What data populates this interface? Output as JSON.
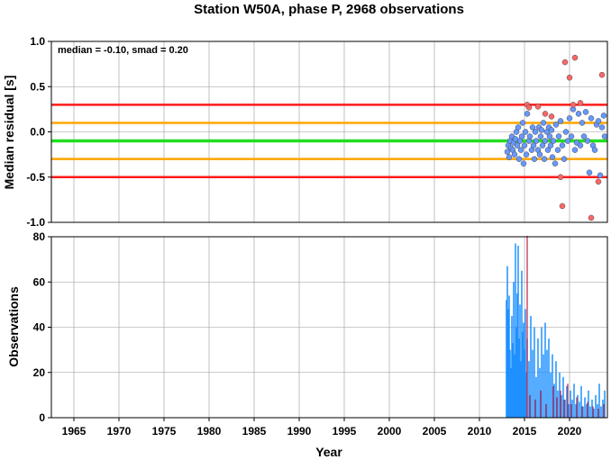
{
  "title": "Station W50A, phase P, 2968 observations",
  "xlabel": "Year",
  "annotation": "median = -0.10, smad = 0.20",
  "colors": {
    "red_line": "#ff1a1a",
    "orange_line": "#ffa500",
    "green_line": "#22dd22",
    "blue_points": "#6699ff",
    "red_points": "#ff6666",
    "blue_bars": "#1e90ff",
    "red_bars": "#bb2244",
    "grid": "#999999"
  },
  "chart_data": [
    {
      "type": "scatter",
      "ylabel": "Median residual [s]",
      "xlim": [
        1962.5,
        2024.2
      ],
      "ylim": [
        -1.0,
        1.0
      ],
      "xticks": [
        1965,
        1970,
        1975,
        1980,
        1985,
        1990,
        1995,
        2000,
        2005,
        2010,
        2015,
        2020
      ],
      "yticks": [
        -1.0,
        -0.5,
        0.0,
        0.5,
        1.0
      ],
      "ytick_labels": [
        "-1.0",
        "-0.5",
        "0.0",
        "0.5",
        "1.0"
      ],
      "hlines": [
        {
          "y": 0.3,
          "color": "red"
        },
        {
          "y": -0.5,
          "color": "red"
        },
        {
          "y": 0.1,
          "color": "orange"
        },
        {
          "y": -0.3,
          "color": "orange"
        },
        {
          "y": -0.1,
          "color": "green"
        }
      ],
      "series": [
        {
          "color": "blue",
          "points": [
            [
              2013.1,
              -0.22
            ],
            [
              2013.2,
              -0.15
            ],
            [
              2013.3,
              -0.28
            ],
            [
              2013.4,
              -0.1
            ],
            [
              2013.5,
              -0.18
            ],
            [
              2013.6,
              -0.05
            ],
            [
              2013.7,
              -0.2
            ],
            [
              2013.8,
              -0.12
            ],
            [
              2013.9,
              -0.25
            ],
            [
              2014.0,
              -0.08
            ],
            [
              2014.1,
              0.0
            ],
            [
              2014.2,
              -0.15
            ],
            [
              2014.3,
              0.05
            ],
            [
              2014.4,
              -0.3
            ],
            [
              2014.5,
              -0.1
            ],
            [
              2014.6,
              -0.2
            ],
            [
              2014.7,
              -0.05
            ],
            [
              2014.8,
              0.1
            ],
            [
              2014.9,
              -0.35
            ],
            [
              2015.0,
              -0.15
            ],
            [
              2015.1,
              0.0
            ],
            [
              2015.2,
              -0.25
            ],
            [
              2015.3,
              0.2
            ],
            [
              2015.5,
              -0.1
            ],
            [
              2015.6,
              -0.05
            ],
            [
              2015.8,
              -0.2
            ],
            [
              2015.9,
              0.05
            ],
            [
              2016.0,
              -0.15
            ],
            [
              2016.1,
              -0.3
            ],
            [
              2016.2,
              0.0
            ],
            [
              2016.3,
              -0.1
            ],
            [
              2016.5,
              -0.2
            ],
            [
              2016.6,
              0.05
            ],
            [
              2016.7,
              -0.25
            ],
            [
              2016.8,
              -0.05
            ],
            [
              2016.9,
              0.02
            ],
            [
              2017.0,
              -0.15
            ],
            [
              2017.1,
              0.1
            ],
            [
              2017.2,
              -0.3
            ],
            [
              2017.3,
              -0.1
            ],
            [
              2017.5,
              0.0
            ],
            [
              2017.6,
              -0.2
            ],
            [
              2017.7,
              0.05
            ],
            [
              2017.8,
              -0.05
            ],
            [
              2017.9,
              -0.15
            ],
            [
              2018.0,
              0.02
            ],
            [
              2018.1,
              -0.28
            ],
            [
              2018.2,
              -0.1
            ],
            [
              2018.4,
              -0.35
            ],
            [
              2018.5,
              0.08
            ],
            [
              2018.7,
              -0.2
            ],
            [
              2018.8,
              -0.05
            ],
            [
              2019.0,
              0.12
            ],
            [
              2019.2,
              -0.15
            ],
            [
              2019.4,
              -0.3
            ],
            [
              2019.6,
              0.0
            ],
            [
              2019.8,
              -0.1
            ],
            [
              2020.0,
              0.15
            ],
            [
              2020.2,
              -0.05
            ],
            [
              2020.4,
              0.25
            ],
            [
              2020.6,
              -0.2
            ],
            [
              2020.8,
              -0.12
            ],
            [
              2021.0,
              0.2
            ],
            [
              2021.2,
              -0.15
            ],
            [
              2021.4,
              0.1
            ],
            [
              2021.6,
              -0.05
            ],
            [
              2021.8,
              0.22
            ],
            [
              2022.0,
              -0.1
            ],
            [
              2022.2,
              -0.45
            ],
            [
              2022.4,
              0.15
            ],
            [
              2022.6,
              -0.15
            ],
            [
              2022.8,
              -0.2
            ],
            [
              2023.0,
              0.08
            ],
            [
              2023.2,
              0.12
            ],
            [
              2023.4,
              -0.48
            ],
            [
              2023.6,
              0.05
            ],
            [
              2023.8,
              0.18
            ],
            [
              2023.9,
              -0.05
            ]
          ]
        },
        {
          "color": "red",
          "points": [
            [
              2015.3,
              0.3
            ],
            [
              2015.5,
              0.27
            ],
            [
              2016.5,
              0.28
            ],
            [
              2017.3,
              0.2
            ],
            [
              2018.0,
              0.17
            ],
            [
              2019.0,
              -0.5
            ],
            [
              2019.2,
              -0.82
            ],
            [
              2019.5,
              0.77
            ],
            [
              2020.0,
              0.6
            ],
            [
              2020.4,
              0.3
            ],
            [
              2020.6,
              0.82
            ],
            [
              2021.2,
              0.32
            ],
            [
              2022.4,
              -0.95
            ],
            [
              2023.2,
              -0.55
            ],
            [
              2023.6,
              0.63
            ]
          ]
        }
      ]
    },
    {
      "type": "bar",
      "ylabel": "Observations",
      "xlim": [
        1962.5,
        2024.2
      ],
      "ylim": [
        0,
        80
      ],
      "xticks": [
        1965,
        1970,
        1975,
        1980,
        1985,
        1990,
        1995,
        2000,
        2005,
        2010,
        2015,
        2020
      ],
      "yticks": [
        0,
        20,
        40,
        60,
        80
      ],
      "ytick_labels": [
        "0",
        "20",
        "40",
        "60",
        "80"
      ],
      "series": [
        {
          "color": "blue",
          "bars": [
            [
              2013.0,
              52
            ],
            [
              2013.1,
              67
            ],
            [
              2013.2,
              48
            ],
            [
              2013.3,
              54
            ],
            [
              2013.4,
              30
            ],
            [
              2013.5,
              22
            ],
            [
              2013.6,
              45
            ],
            [
              2013.7,
              33
            ],
            [
              2013.8,
              60
            ],
            [
              2013.9,
              28
            ],
            [
              2014.0,
              77
            ],
            [
              2014.1,
              40
            ],
            [
              2014.2,
              55
            ],
            [
              2014.3,
              76
            ],
            [
              2014.4,
              35
            ],
            [
              2014.5,
              50
            ],
            [
              2014.6,
              25
            ],
            [
              2014.7,
              65
            ],
            [
              2014.8,
              38
            ],
            [
              2014.9,
              42
            ],
            [
              2015.0,
              30
            ],
            [
              2015.1,
              48
            ],
            [
              2015.2,
              20
            ],
            [
              2015.3,
              35
            ],
            [
              2015.5,
              25
            ],
            [
              2015.7,
              45
            ],
            [
              2015.9,
              30
            ],
            [
              2016.1,
              40
            ],
            [
              2016.3,
              18
            ],
            [
              2016.5,
              35
            ],
            [
              2016.7,
              22
            ],
            [
              2016.9,
              40
            ],
            [
              2017.1,
              28
            ],
            [
              2017.3,
              42
            ],
            [
              2017.5,
              30
            ],
            [
              2017.7,
              35
            ],
            [
              2017.9,
              20
            ],
            [
              2018.1,
              28
            ],
            [
              2018.3,
              15
            ],
            [
              2018.5,
              25
            ],
            [
              2018.7,
              12
            ],
            [
              2018.9,
              20
            ],
            [
              2019.1,
              10
            ],
            [
              2019.3,
              18
            ],
            [
              2019.5,
              8
            ],
            [
              2019.7,
              14
            ],
            [
              2019.9,
              6
            ],
            [
              2020.1,
              12
            ],
            [
              2020.3,
              8
            ],
            [
              2020.5,
              15
            ],
            [
              2020.7,
              6
            ],
            [
              2020.9,
              10
            ],
            [
              2021.1,
              7
            ],
            [
              2021.3,
              14
            ],
            [
              2021.5,
              5
            ],
            [
              2021.7,
              9
            ],
            [
              2021.9,
              6
            ],
            [
              2022.1,
              12
            ],
            [
              2022.3,
              5
            ],
            [
              2022.5,
              8
            ],
            [
              2022.7,
              4
            ],
            [
              2022.9,
              10
            ],
            [
              2023.1,
              6
            ],
            [
              2023.3,
              15
            ],
            [
              2023.5,
              5
            ],
            [
              2023.7,
              8
            ],
            [
              2023.9,
              12
            ]
          ]
        },
        {
          "color": "red",
          "bars": [
            [
              2015.3,
              81
            ],
            [
              2015.6,
              10
            ],
            [
              2016.2,
              8
            ],
            [
              2016.8,
              12
            ],
            [
              2017.4,
              6
            ],
            [
              2018.2,
              14
            ],
            [
              2018.6,
              9
            ],
            [
              2019.0,
              12
            ],
            [
              2019.4,
              8
            ],
            [
              2019.8,
              15
            ],
            [
              2020.2,
              6
            ],
            [
              2020.8,
              9
            ],
            [
              2021.4,
              5
            ],
            [
              2022.0,
              7
            ],
            [
              2022.6,
              5
            ],
            [
              2023.2,
              4
            ],
            [
              2023.8,
              6
            ]
          ]
        }
      ]
    }
  ]
}
